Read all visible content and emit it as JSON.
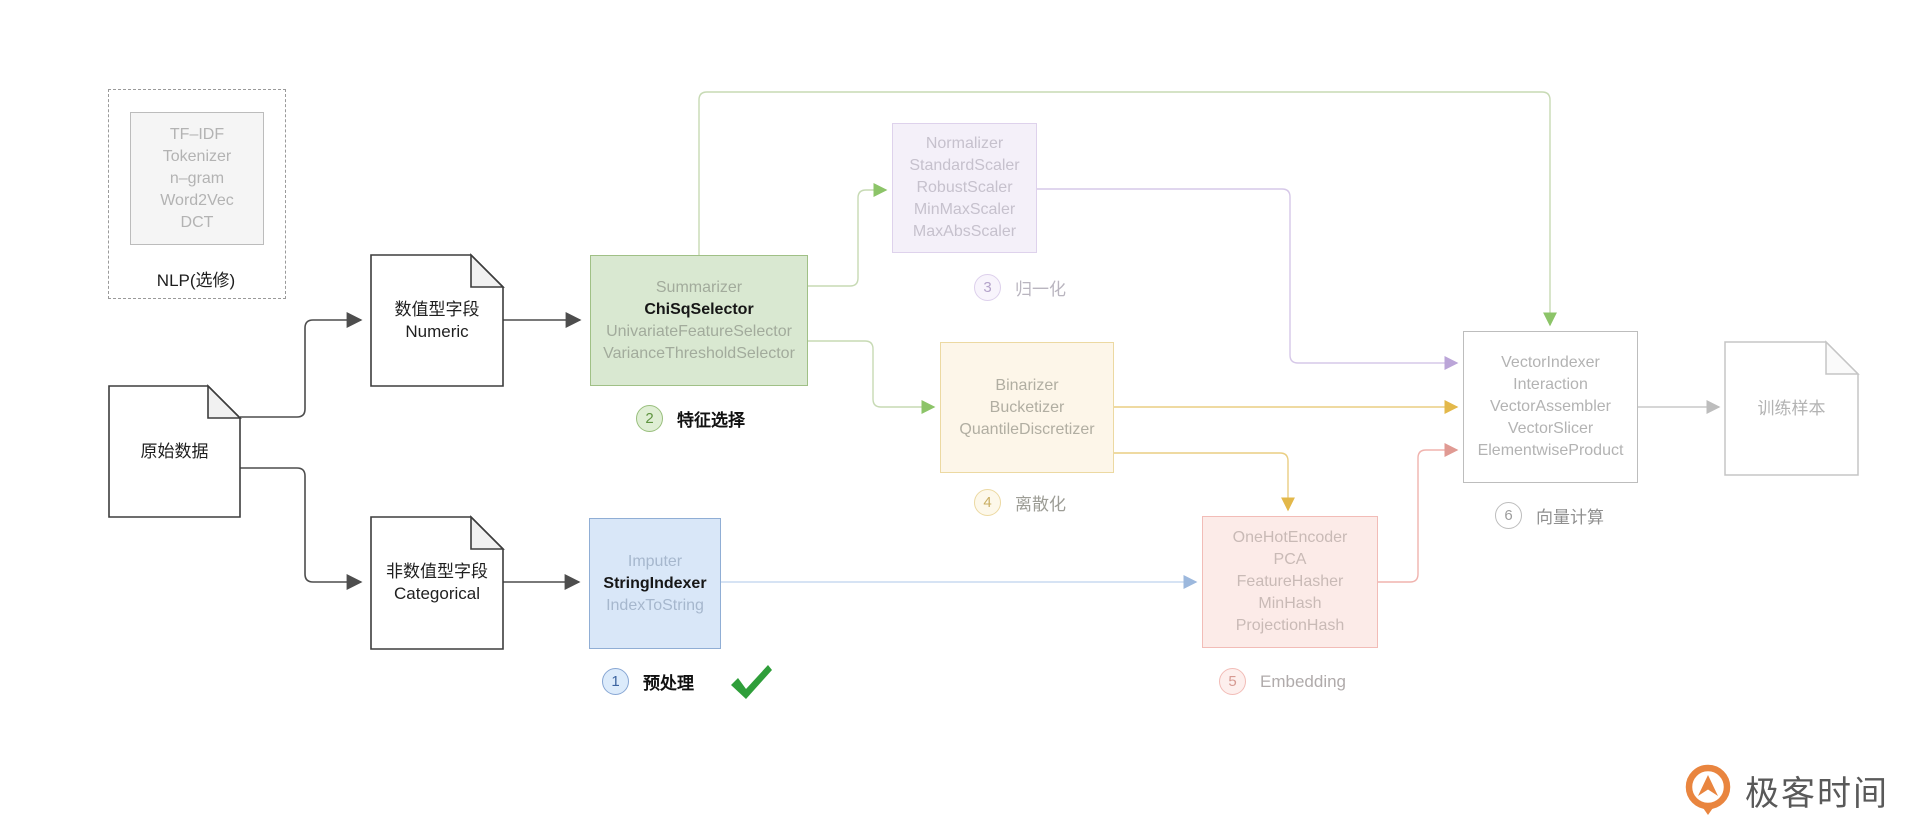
{
  "nlp": {
    "caption": "NLP(选修)",
    "items": [
      "TF–IDF",
      "Tokenizer",
      "n–gram",
      "Word2Vec",
      "DCT"
    ]
  },
  "docs": {
    "raw": "原始数据",
    "numeric_line1": "数值型字段",
    "numeric_line2": "Numeric",
    "categorical_line1": "非数值型字段",
    "categorical_line2": "Categorical",
    "output": "训练样本"
  },
  "stages": {
    "preprocess": {
      "num": "1",
      "label": "预处理",
      "items": [
        "Imputer",
        "StringIndexer",
        "IndexToString"
      ]
    },
    "feature_selection": {
      "num": "2",
      "label": "特征选择",
      "items": [
        "Summarizer",
        "ChiSqSelector",
        "UnivariateFeatureSelector",
        "VarianceThresholdSelector"
      ]
    },
    "normalization": {
      "num": "3",
      "label": "归一化",
      "items": [
        "Normalizer",
        "StandardScaler",
        "RobustScaler",
        "MinMaxScaler",
        "MaxAbsScaler"
      ]
    },
    "discretization": {
      "num": "4",
      "label": "离散化",
      "items": [
        "Binarizer",
        "Bucketizer",
        "QuantileDiscretizer"
      ]
    },
    "embedding": {
      "num": "5",
      "label": "Embedding",
      "items": [
        "OneHotEncoder",
        "PCA",
        "FeatureHasher",
        "MinHash",
        "ProjectionHash"
      ]
    },
    "vector": {
      "num": "6",
      "label": "向量计算",
      "items": [
        "VectorIndexer",
        "Interaction",
        "VectorAssembler",
        "VectorSlicer",
        "ElementwiseProduct"
      ]
    }
  },
  "logo": {
    "text": "极客时间"
  },
  "colors": {
    "stage_green": "#a0c086",
    "stage_blue": "#90aed5",
    "stage_purple": "#ded2ec",
    "stage_yellow": "#ecd9a2",
    "stage_pink": "#f2bcb7",
    "neutral_gray": "#bdbdbd",
    "check_green": "#2f9e3a",
    "logo_orange": "#e9853f"
  }
}
